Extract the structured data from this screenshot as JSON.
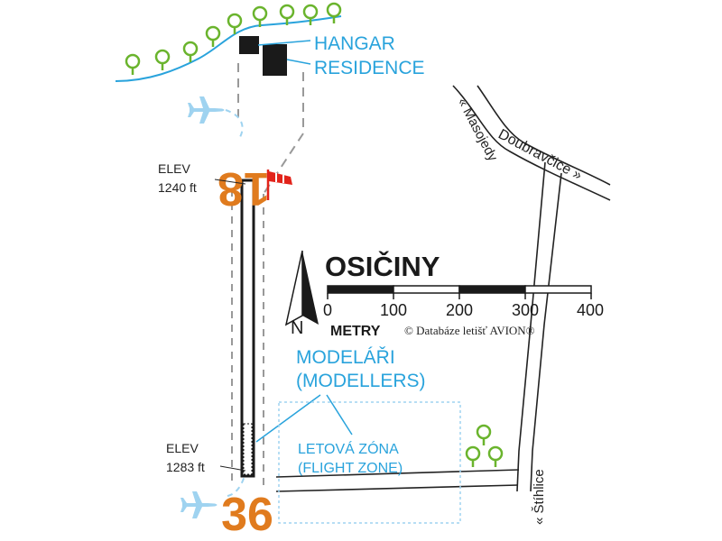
{
  "title": "OSIČINY",
  "labels": {
    "hangar": "HANGAR",
    "residence": "RESIDENCE",
    "elev_north_label": "ELEV",
    "elev_north_value": "1240 ft",
    "elev_south_label": "ELEV",
    "elev_south_value": "1283 ft",
    "modelers_line1": "MODELÁŘI",
    "modelers_line2": "(MODELLERS)",
    "flight_zone_line1": "LETOVÁ ZÓNA",
    "flight_zone_line2": "(FLIGHT ZONE)",
    "copyright": "© Databáze letišť AVION®"
  },
  "runway": {
    "north_designator": "18",
    "south_designator": "36"
  },
  "roads": {
    "masojedy": "« Masojedy",
    "doubravcice": "Doubravčice »",
    "stihlice": "« Štíhlice"
  },
  "compass": {
    "north_label": "N"
  },
  "scale_bar": {
    "unit": "METRY",
    "ticks": [
      "0",
      "100",
      "200",
      "300",
      "400"
    ]
  },
  "colors": {
    "accent_blue": "#29a3dc",
    "runway_orange": "#e07b1e",
    "tree_green": "#6ab42d",
    "windsock_red": "#e2231a",
    "plane_blue": "#9fd3f0",
    "text_dark": "#222222"
  },
  "icons": [
    "tree-icon",
    "airplane-icon",
    "windsock-icon",
    "north-arrow-icon",
    "building-icon"
  ]
}
